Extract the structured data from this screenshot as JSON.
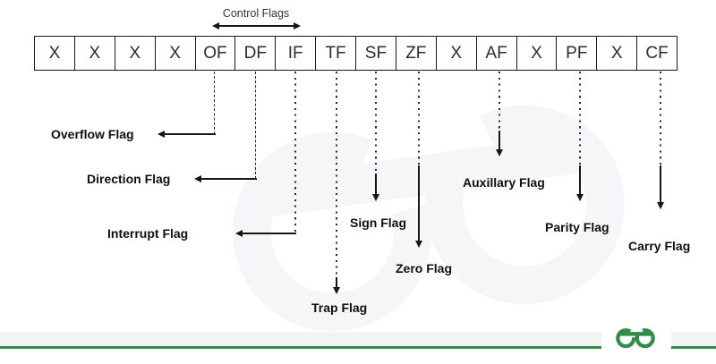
{
  "register": {
    "cells": [
      "X",
      "X",
      "X",
      "X",
      "OF",
      "DF",
      "IF",
      "TF",
      "SF",
      "ZF",
      "X",
      "AF",
      "X",
      "PF",
      "X",
      "CF"
    ]
  },
  "annotations": {
    "control_flags": "Control Flags",
    "overflow": "Overflow Flag",
    "direction": "Direction Flag",
    "interrupt": "Interrupt Flag",
    "trap": "Trap Flag",
    "sign": "Sign Flag",
    "zero": "Zero Flag",
    "auxillary": "Auxillary Flag",
    "parity": "Parity Flag",
    "carry": "Carry Flag"
  },
  "branding": {
    "logo": "geeksforgeeks-logo",
    "accent_green": "#2f8d46",
    "footer_bar_color": "#f3f3f4",
    "line_color": "#161616"
  }
}
